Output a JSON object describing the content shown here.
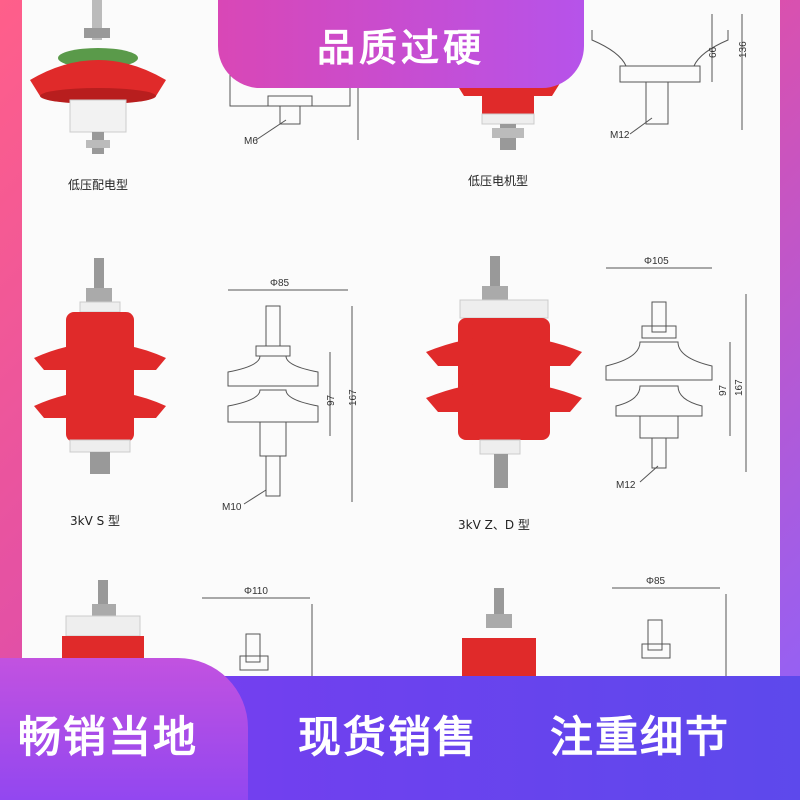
{
  "header": {
    "title": "品质过硬"
  },
  "products": [
    {
      "label": "低压配电型"
    },
    {
      "label": "低压电机型"
    },
    {
      "label": "3kV S 型"
    },
    {
      "label": "3kV  Z、D 型"
    }
  ],
  "drawings": {
    "top_left": {
      "bolt": "M6"
    },
    "top_right": {
      "h1": "66",
      "h2": "136",
      "bolt": "M12"
    },
    "mid_left": {
      "dia": "Φ85",
      "h1": "97",
      "h2": "167",
      "bolt": "M10"
    },
    "mid_right": {
      "dia": "Φ105",
      "h1": "97",
      "h2": "167",
      "bolt": "M12"
    },
    "bottom_left": {
      "dia": "Φ110"
    },
    "bottom_right": {
      "dia": "Φ85"
    }
  },
  "footer": {
    "slogan_left": "畅销当地",
    "slogan_mid": "现货销售",
    "slogan_right": "注重细节"
  },
  "colors": {
    "accent": "#b653ea",
    "band": "#6d41ee",
    "insulator": "#e02a2a"
  }
}
